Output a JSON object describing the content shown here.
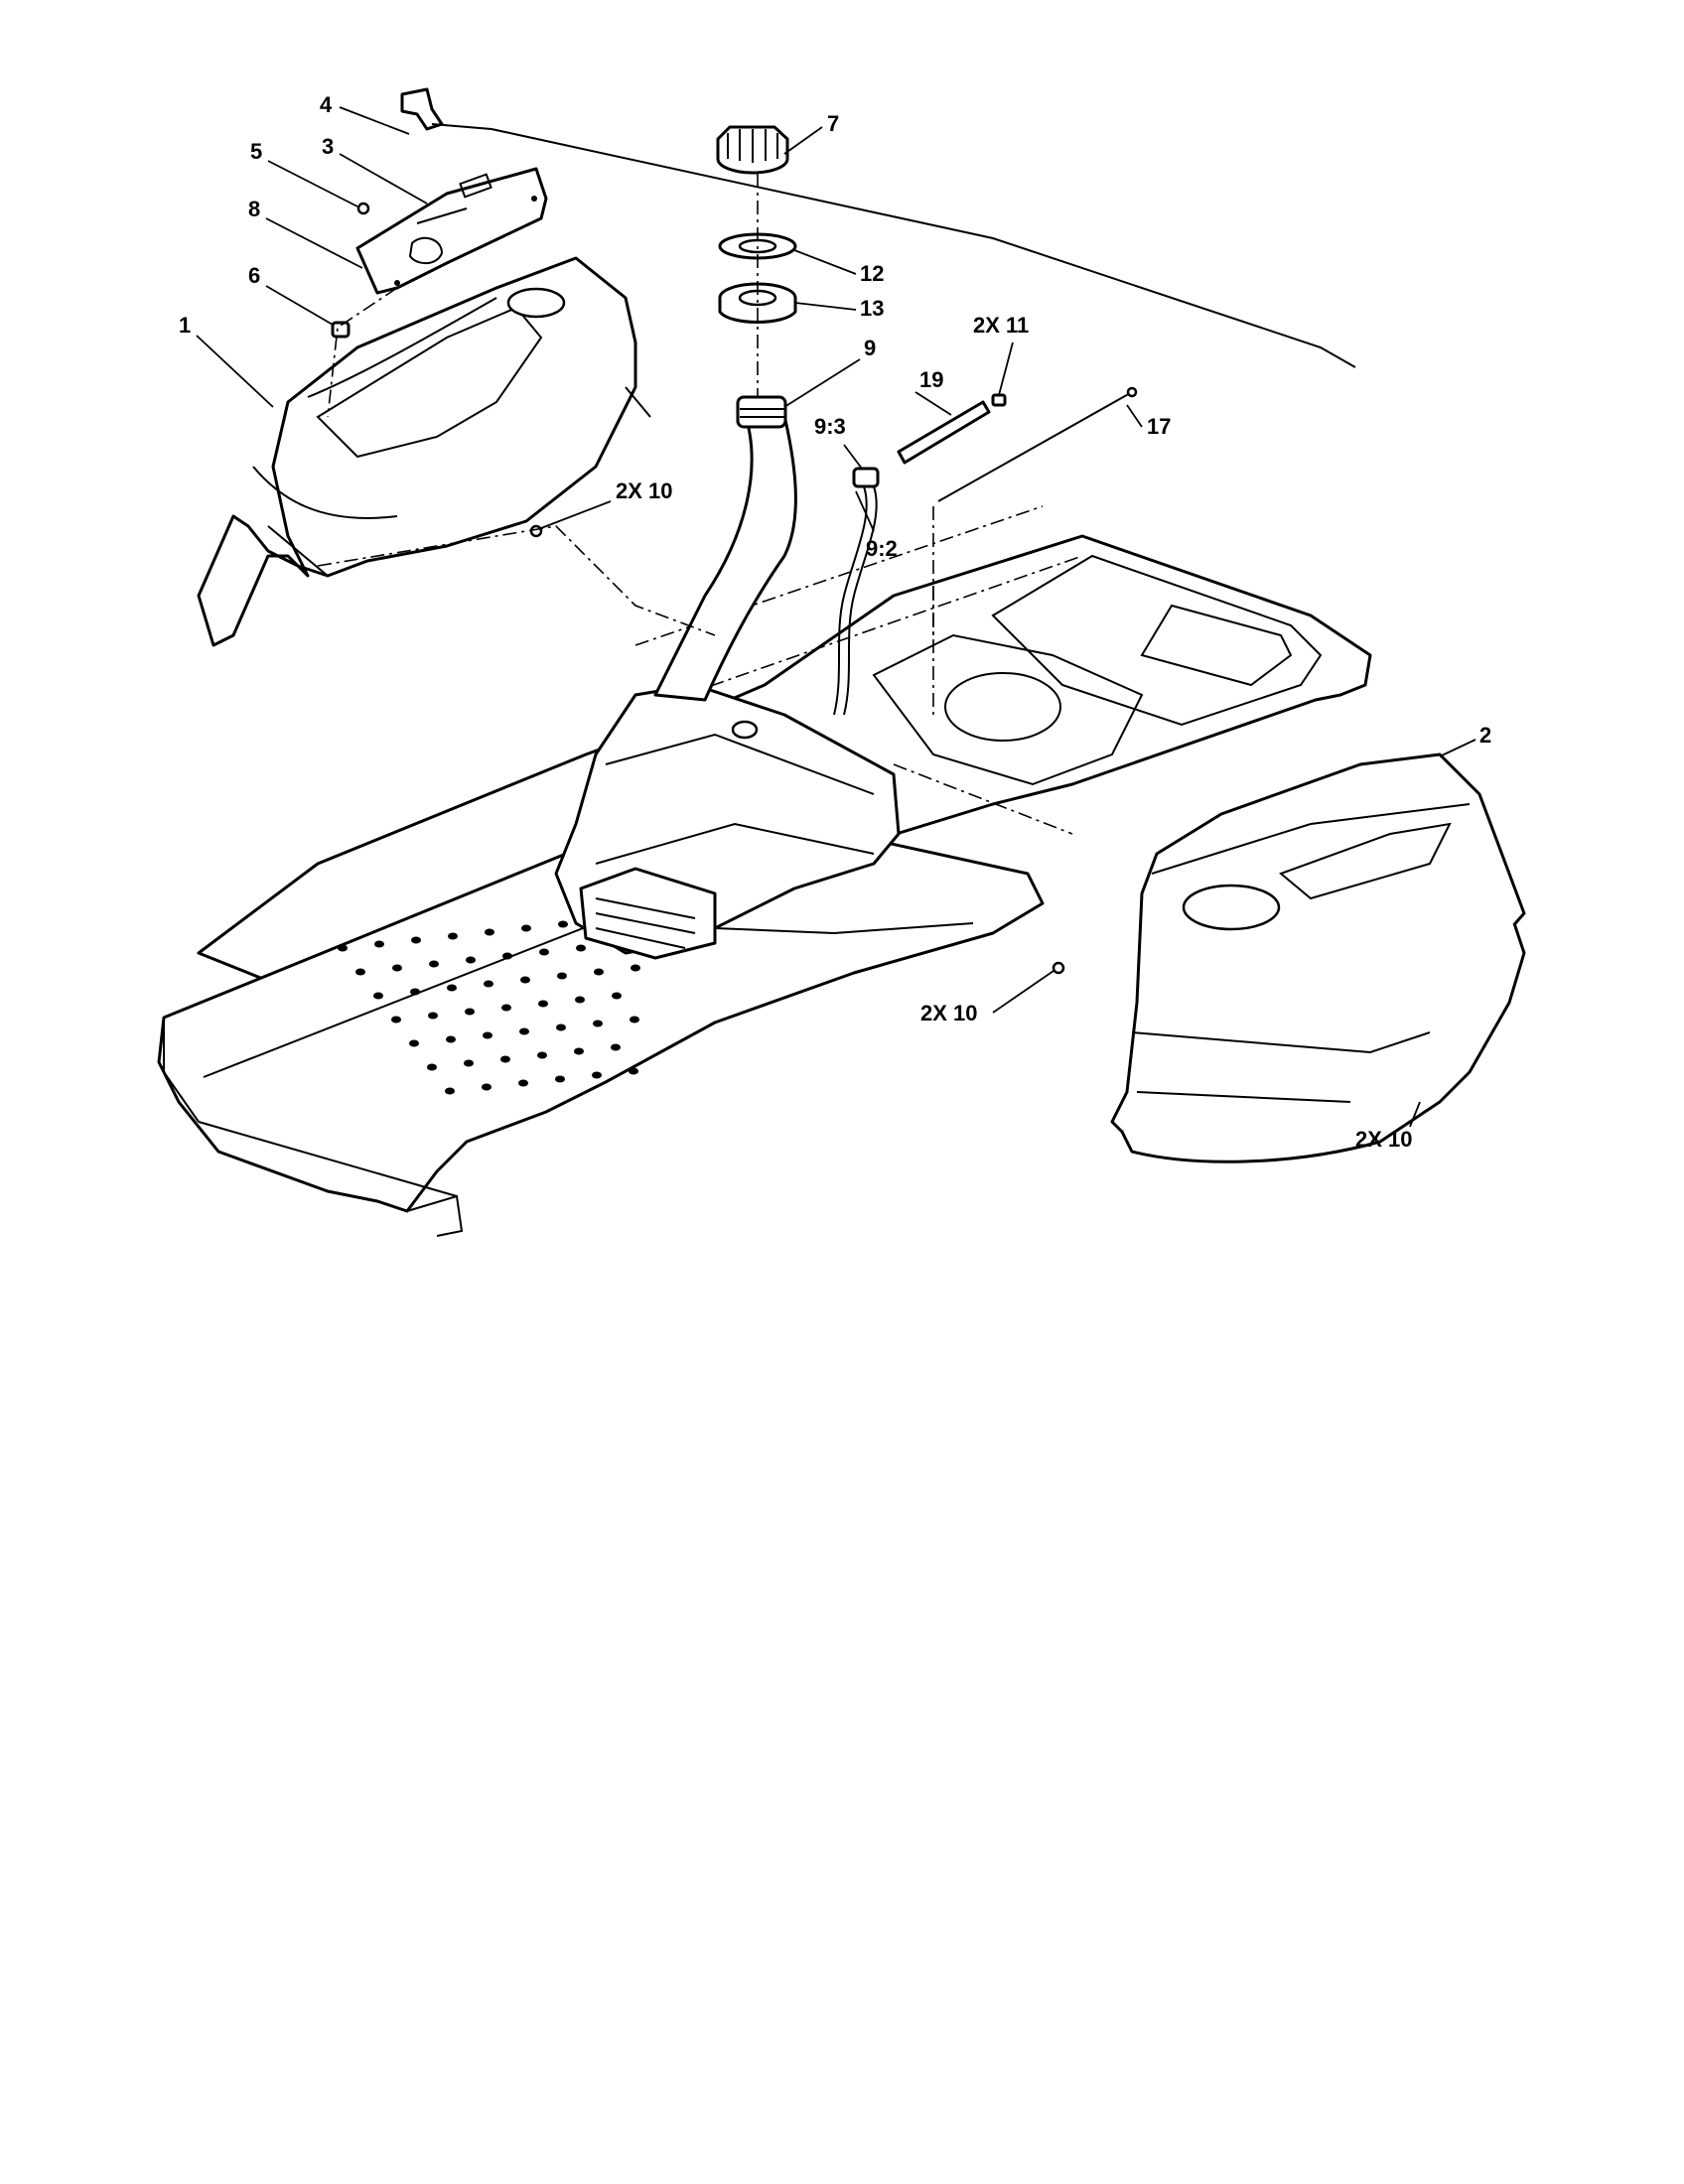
{
  "diagram": {
    "callouts": [
      {
        "id": "c1",
        "text": "1"
      },
      {
        "id": "c2",
        "text": "2"
      },
      {
        "id": "c3",
        "text": "3"
      },
      {
        "id": "c4",
        "text": "4"
      },
      {
        "id": "c5",
        "text": "5"
      },
      {
        "id": "c6",
        "text": "6"
      },
      {
        "id": "c7",
        "text": "7"
      },
      {
        "id": "c8",
        "text": "8"
      },
      {
        "id": "c9",
        "text": "9"
      },
      {
        "id": "c12",
        "text": "12"
      },
      {
        "id": "c13",
        "text": "13"
      },
      {
        "id": "c2x11",
        "text": "2X 11"
      },
      {
        "id": "c19",
        "text": "19"
      },
      {
        "id": "c17",
        "text": "17"
      },
      {
        "id": "c9_3",
        "text": "9:3"
      },
      {
        "id": "c9_2",
        "text": "9:2"
      },
      {
        "id": "c2x10a",
        "text": "2X 10"
      },
      {
        "id": "c2x10b",
        "text": "2X 10"
      },
      {
        "id": "c2x10c",
        "text": "2X 10"
      }
    ]
  }
}
